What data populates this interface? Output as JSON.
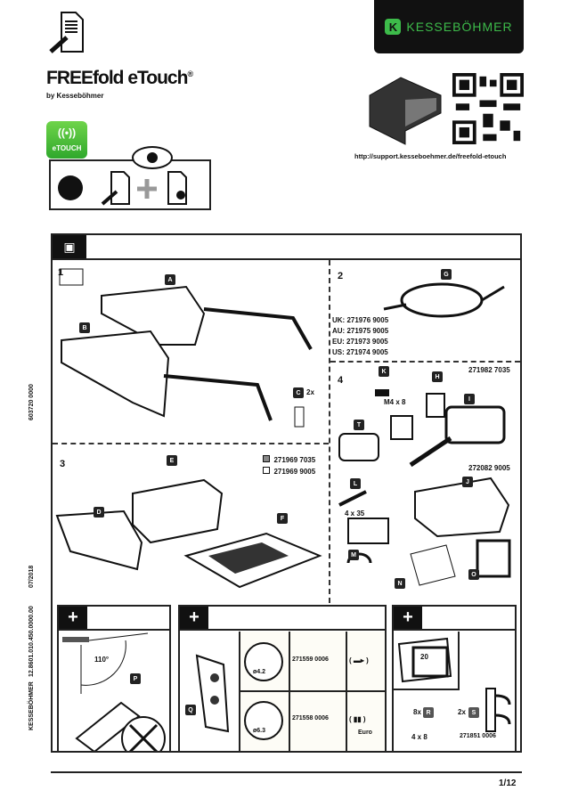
{
  "brand": {
    "logo_text": "KESSEBÖHMER",
    "logo_mark": "K"
  },
  "product": {
    "title": "FREEfold eTouch",
    "registered": "®",
    "subtitle": "by Kesseböhmer",
    "badge": "eTOUCH"
  },
  "support_url": "http://support.kesseboehmer.de/freefold-etouch",
  "sidebar": {
    "brand": "KESSEBÖHMER",
    "doc_no": "12.8601.010.450.0000.00",
    "date": "07/2018",
    "article": "603720 0000"
  },
  "parts": {
    "set1": {
      "box": "1",
      "labels": [
        "A",
        "B",
        "C"
      ],
      "c_qty": "2x"
    },
    "set2": {
      "box": "2",
      "label": "G",
      "codes": [
        "UK: 271976 9005",
        "AU: 271975 9005",
        "EU: 271973 9005",
        "US: 271974 9005"
      ]
    },
    "set3": {
      "box": "3",
      "labels": [
        "D",
        "E",
        "F"
      ],
      "colors": [
        {
          "code": "271969 7035",
          "color": "#888888"
        },
        {
          "code": "271969 9005",
          "color": "#ffffff"
        }
      ]
    },
    "set4": {
      "box": "4",
      "labels": [
        "K",
        "H",
        "I",
        "T",
        "L",
        "J",
        "M",
        "N",
        "O"
      ],
      "code_top": "271982 7035",
      "code_i": "272082 9005",
      "screw_k": "M4 x 8",
      "screw_l": "4 x 35"
    }
  },
  "extras": {
    "p1": {
      "plus": "+",
      "angle": "110°",
      "label": "P"
    },
    "p2": {
      "plus": "+",
      "label": "Q",
      "rows": [
        {
          "dia": "ø4.2",
          "code": "271559 0006",
          "note": ""
        },
        {
          "dia": "ø6.3",
          "code": "271558 0006",
          "note": "Euro"
        }
      ]
    },
    "p3": {
      "plus": "+",
      "depth": "20",
      "r_qty": "8x",
      "r_label": "R",
      "r_size": "4 x 8",
      "s_qty": "2x",
      "s_label": "S",
      "s_code": "271851 0006"
    }
  },
  "page": "1/12"
}
